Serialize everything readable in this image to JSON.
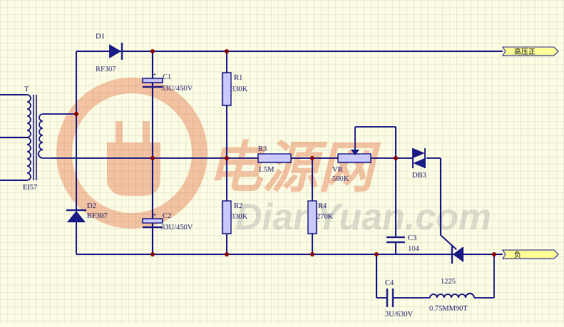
{
  "labels": {
    "T": "T",
    "EI57": "EI57",
    "D1": "D1",
    "D1_val": "RF307",
    "D2": "D2",
    "D2_val": "RF307",
    "C1": "C1",
    "C1_val": "33U/450V",
    "C2": "C2",
    "C2_val": "33U/450V",
    "R1": "R1",
    "R1_val": "330K",
    "R2": "R2",
    "R2_val": "330K",
    "R3": "R3",
    "R3_val": "1.5M",
    "R4": "R4",
    "R4_val": "270K",
    "VR": "VR",
    "VR_val": "500K",
    "DB3": "DB3",
    "C3": "C3",
    "C3_val": "104",
    "SCR": "1225",
    "C4": "C4",
    "C4_val": "3U/630V",
    "L_val": "0.75MM90T",
    "port_hv": "高压正",
    "port_neg": "负"
  },
  "watermark": {
    "cn": "电源网",
    "en": "DianYuan.com"
  },
  "colors": {
    "background": "#fcfce4",
    "grid": "#d4d7bf",
    "wire": "#1b1b86",
    "junction": "#8b0000",
    "component_fill": "#c9c9ff",
    "watermark": "#e25c2a"
  }
}
